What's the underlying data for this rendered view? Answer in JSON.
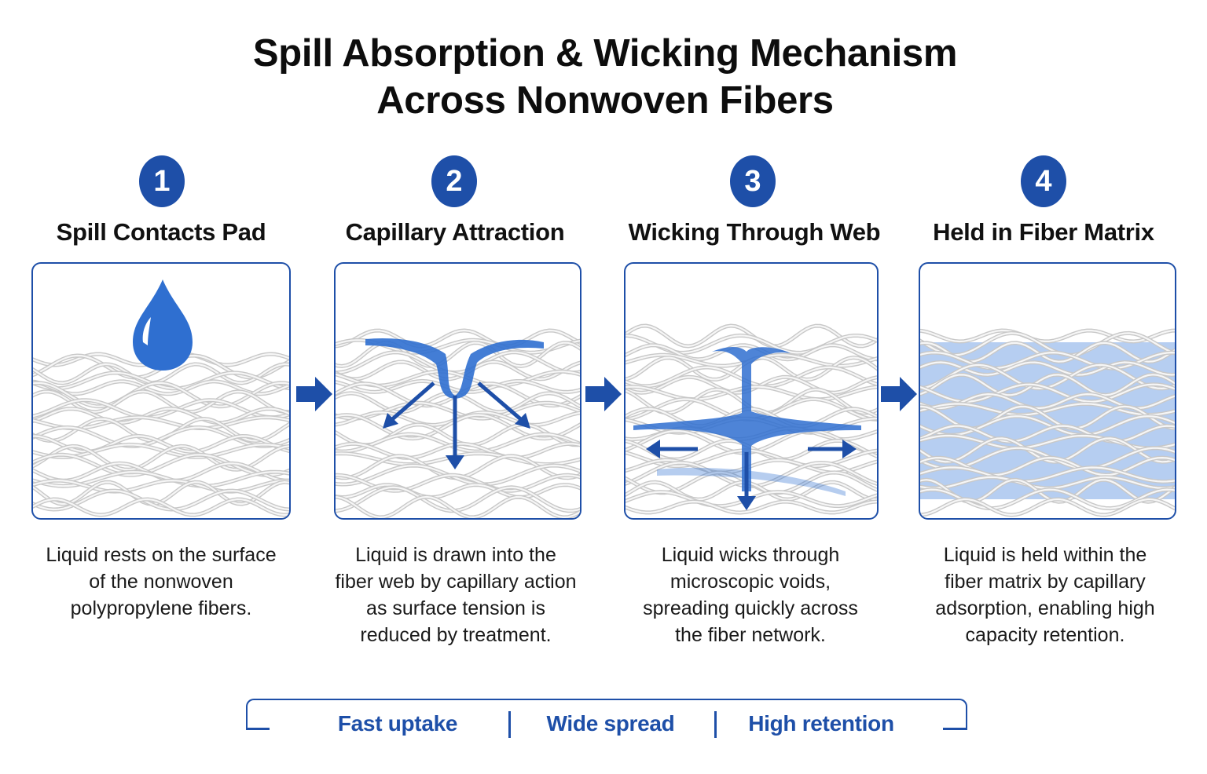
{
  "title": {
    "line1": "Spill Absorption & Wicking Mechanism",
    "line2": "Across Nonwoven Fibers"
  },
  "colors": {
    "accent": "#1e4fa8",
    "liquid": "#2f6fd0",
    "fiber": "#c8c8c8",
    "liquid_soak": "#a9c6ee"
  },
  "steps": [
    {
      "number": "1",
      "title": "Spill Contacts Pad",
      "desc": [
        "Liquid rests on the surface",
        "of the nonwoven",
        "polypropylene fibers."
      ]
    },
    {
      "number": "2",
      "title": "Capillary Attraction",
      "desc": [
        "Liquid is drawn into the",
        "fiber web by capillary action",
        "as surface tension is",
        "reduced by treatment."
      ]
    },
    {
      "number": "3",
      "title": "Wicking Through Web",
      "desc": [
        "Liquid wicks through",
        "microscopic voids,",
        "spreading quickly across",
        "the fiber network."
      ]
    },
    {
      "number": "4",
      "title": "Held in Fiber Matrix",
      "desc": [
        "Liquid is held within the",
        "fiber matrix by capillary",
        "adsorption, enabling high",
        "capacity retention."
      ]
    }
  ],
  "summary": {
    "items": [
      "Fast uptake",
      "Wide spread",
      "High retention"
    ]
  },
  "icons": [
    "droplet-icon",
    "arrow-right-icon",
    "arrow-down-icon",
    "arrow-left-icon"
  ]
}
